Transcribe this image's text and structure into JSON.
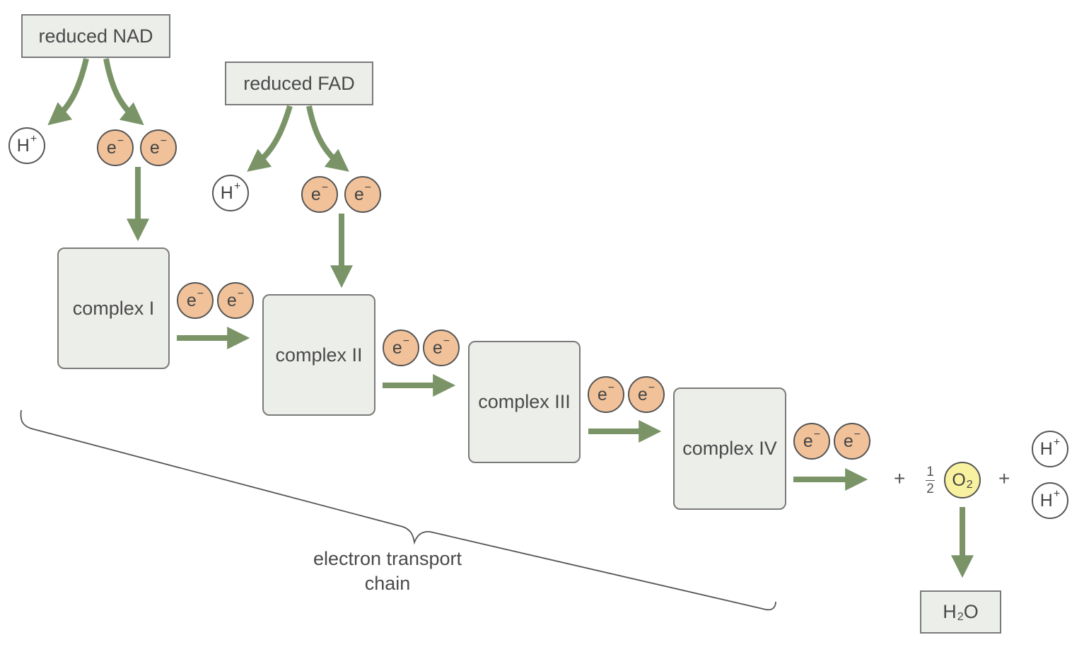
{
  "donors": {
    "nad": "reduced NAD",
    "fad": "reduced FAD"
  },
  "complexes": [
    "complex I",
    "complex II",
    "complex III",
    "complex IV"
  ],
  "particles": {
    "electron": "e",
    "electron_charge": "−",
    "proton": "H",
    "proton_charge": "+",
    "oxygen": "O",
    "oxygen_sub": "2"
  },
  "reaction": {
    "plus": "+",
    "half_num": "1",
    "half_den": "2",
    "water": "H",
    "water_sub": "2",
    "water_end": "O"
  },
  "caption": {
    "line1": "electron transport",
    "line2": "chain"
  },
  "colors": {
    "arrow": "#7a9468",
    "electron_fill": "#f1c29a",
    "oxygen_fill": "#f8f1a0",
    "box_fill": "#eceeea"
  }
}
